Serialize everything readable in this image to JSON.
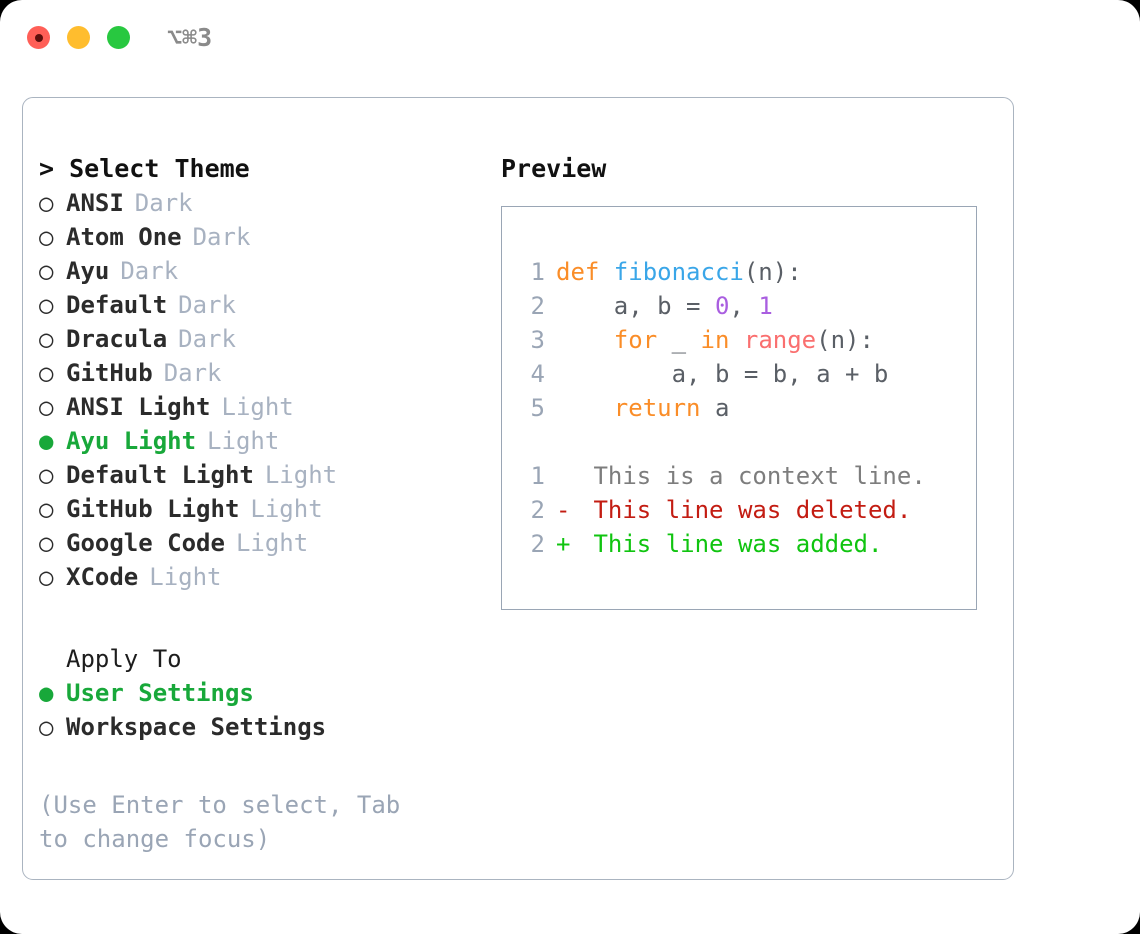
{
  "window": {
    "shortcut": "⌥⌘3",
    "traffic_lights": [
      {
        "name": "close",
        "color": "#ff5f57"
      },
      {
        "name": "minimize",
        "color": "#ffbd2e"
      },
      {
        "name": "zoom",
        "color": "#28c840"
      }
    ]
  },
  "theme_section": {
    "heading": "> Select Theme",
    "items": [
      {
        "marker": "○",
        "name": "ANSI",
        "variant": "Dark",
        "selected": false
      },
      {
        "marker": "○",
        "name": "Atom One",
        "variant": "Dark",
        "selected": false
      },
      {
        "marker": "○",
        "name": "Ayu",
        "variant": "Dark",
        "selected": false
      },
      {
        "marker": "○",
        "name": "Default",
        "variant": "Dark",
        "selected": false
      },
      {
        "marker": "○",
        "name": "Dracula",
        "variant": "Dark",
        "selected": false
      },
      {
        "marker": "○",
        "name": "GitHub",
        "variant": "Dark",
        "selected": false
      },
      {
        "marker": "○",
        "name": "ANSI Light",
        "variant": "Light",
        "selected": false
      },
      {
        "marker": "●",
        "name": "Ayu Light",
        "variant": "Light",
        "selected": true
      },
      {
        "marker": "○",
        "name": "Default Light",
        "variant": "Light",
        "selected": false
      },
      {
        "marker": "○",
        "name": "GitHub Light",
        "variant": "Light",
        "selected": false
      },
      {
        "marker": "○",
        "name": "Google Code",
        "variant": "Light",
        "selected": false
      },
      {
        "marker": "○",
        "name": "XCode",
        "variant": "Light",
        "selected": false
      }
    ]
  },
  "apply_section": {
    "heading": "Apply To",
    "items": [
      {
        "marker": "●",
        "name": "User Settings",
        "selected": true
      },
      {
        "marker": "○",
        "name": "Workspace Settings",
        "selected": false
      }
    ]
  },
  "hint": "(Use Enter to select, Tab to change focus)",
  "preview": {
    "title": "Preview",
    "code_lines": [
      {
        "no": "1",
        "tokens": [
          {
            "t": "def ",
            "c": "kw"
          },
          {
            "t": "fibonacci",
            "c": "fn"
          },
          {
            "t": "(n):",
            "c": "plain"
          }
        ]
      },
      {
        "no": "2",
        "tokens": [
          {
            "t": "    a, b = ",
            "c": "plain"
          },
          {
            "t": "0",
            "c": "num"
          },
          {
            "t": ", ",
            "c": "plain"
          },
          {
            "t": "1",
            "c": "num"
          }
        ]
      },
      {
        "no": "3",
        "tokens": [
          {
            "t": "    ",
            "c": "plain"
          },
          {
            "t": "for",
            "c": "kw"
          },
          {
            "t": " _ ",
            "c": "plain"
          },
          {
            "t": "in",
            "c": "kw"
          },
          {
            "t": " ",
            "c": "plain"
          },
          {
            "t": "range",
            "c": "builtin"
          },
          {
            "t": "(n):",
            "c": "plain"
          }
        ]
      },
      {
        "no": "4",
        "tokens": [
          {
            "t": "        a, b = b, a + b",
            "c": "plain"
          }
        ]
      },
      {
        "no": "5",
        "tokens": [
          {
            "t": "    ",
            "c": "plain"
          },
          {
            "t": "return",
            "c": "kw"
          },
          {
            "t": " a",
            "c": "plain"
          }
        ]
      }
    ],
    "diff_lines": [
      {
        "no": "1",
        "marker": " ",
        "text": "This is a context line.",
        "kind": "ctx"
      },
      {
        "no": "2",
        "marker": "-",
        "text": "This line was deleted.",
        "kind": "del"
      },
      {
        "no": "2",
        "marker": "+",
        "text": "This line was added.",
        "kind": "add"
      }
    ]
  },
  "colors": {
    "accent_green": "#18a83a",
    "muted": "#a8b2c1",
    "keyword": "#fa8d28",
    "function": "#3aa6e8",
    "builtin": "#fa6f6f",
    "number": "#a95ee0",
    "diff_add": "#10c410",
    "diff_del": "#c31c12"
  }
}
